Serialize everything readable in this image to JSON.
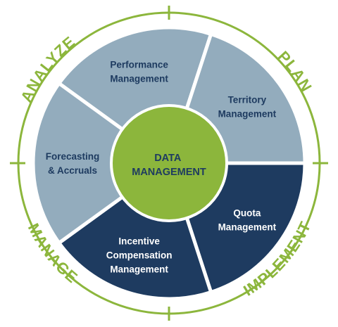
{
  "colors": {
    "green": "#8cb63c",
    "light_segment": "#93acbd",
    "dark_segment": "#1e3b60",
    "light_text": "#1e3b60",
    "dark_text": "#ffffff",
    "hub_text": "#1e3b60"
  },
  "center": {
    "line1": "DATA",
    "line2": "MANAGEMENT"
  },
  "segments": [
    {
      "id": "performance",
      "lines": [
        "Performance",
        "Management"
      ],
      "style": "light"
    },
    {
      "id": "territory",
      "lines": [
        "Territory",
        "Management"
      ],
      "style": "light"
    },
    {
      "id": "quota",
      "lines": [
        "Quota",
        "Management"
      ],
      "style": "dark"
    },
    {
      "id": "incentive",
      "lines": [
        "Incentive",
        "Compensation",
        "Management"
      ],
      "style": "dark"
    },
    {
      "id": "forecasting",
      "lines": [
        "Forecasting",
        "& Accruals"
      ],
      "style": "light"
    }
  ],
  "phases": [
    {
      "id": "analyze",
      "label": "ANALYZE"
    },
    {
      "id": "plan",
      "label": "PLAN"
    },
    {
      "id": "implement",
      "label": "IMPLEMENT"
    },
    {
      "id": "manage",
      "label": "MANAGE"
    }
  ]
}
